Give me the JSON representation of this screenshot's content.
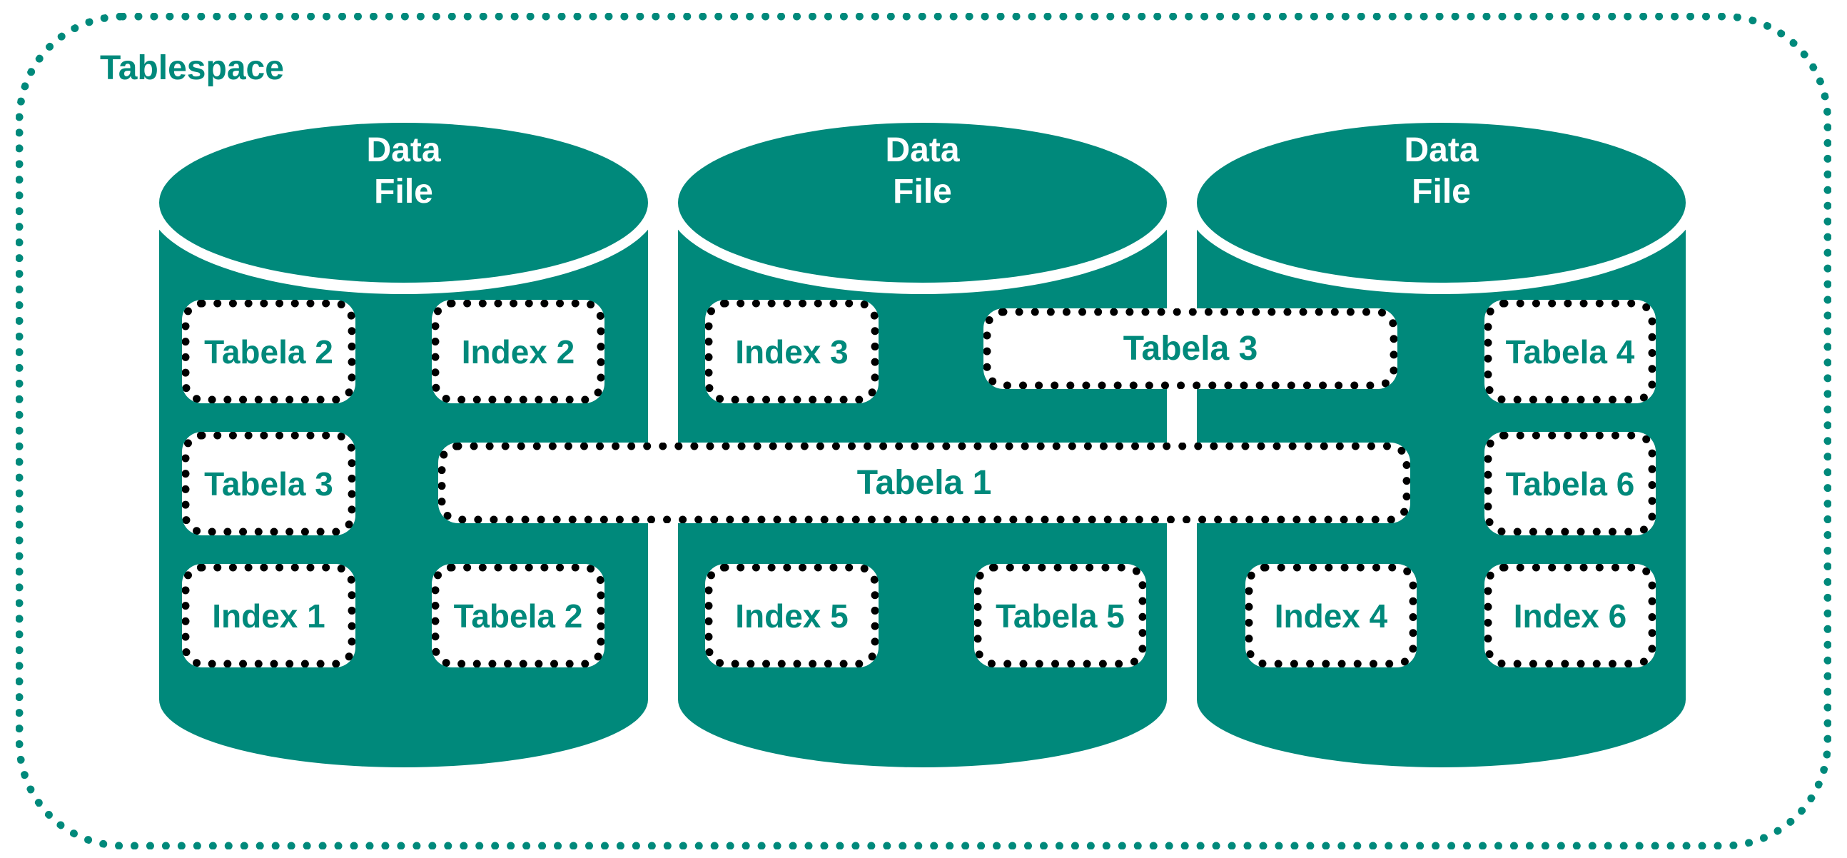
{
  "tablespace": {
    "title": "Tablespace",
    "colors": {
      "teal": "#00897B",
      "extent_border": "#000000",
      "extent_background": "#FFFFFF",
      "datafile_text": "#FFFFFF",
      "boundary_style": "dotted"
    },
    "cylinders": [
      {
        "id": "data-file-1",
        "label_line1": "Data",
        "label_line2": "File"
      },
      {
        "id": "data-file-2",
        "label_line1": "Data",
        "label_line2": "File"
      },
      {
        "id": "data-file-3",
        "label_line1": "Data",
        "label_line2": "File"
      }
    ],
    "extents": [
      {
        "id": "tabela-2-file1-row1",
        "label": "Tabela 2"
      },
      {
        "id": "index-2-file1-row1",
        "label": "Index 2"
      },
      {
        "id": "tabela-3-file1-row2",
        "label": "Tabela 3"
      },
      {
        "id": "index-1-file1-row3",
        "label": "Index 1"
      },
      {
        "id": "tabela-2-file1-row3",
        "label": "Tabela 2"
      },
      {
        "id": "tabela-1-spanning",
        "label": "Tabela 1"
      },
      {
        "id": "index-3-file2-row1",
        "label": "Index 3"
      },
      {
        "id": "tabela-3-spanning",
        "label": "Tabela 3"
      },
      {
        "id": "index-5-file2-row3",
        "label": "Index 5"
      },
      {
        "id": "tabela-5-file2-row3",
        "label": "Tabela 5"
      },
      {
        "id": "tabela-4-file3-row1",
        "label": "Tabela 4"
      },
      {
        "id": "tabela-6-file3-row2",
        "label": "Tabela 6"
      },
      {
        "id": "index-4-file3-row3",
        "label": "Index 4"
      },
      {
        "id": "index-6-file3-row3",
        "label": "Index 6"
      }
    ]
  }
}
